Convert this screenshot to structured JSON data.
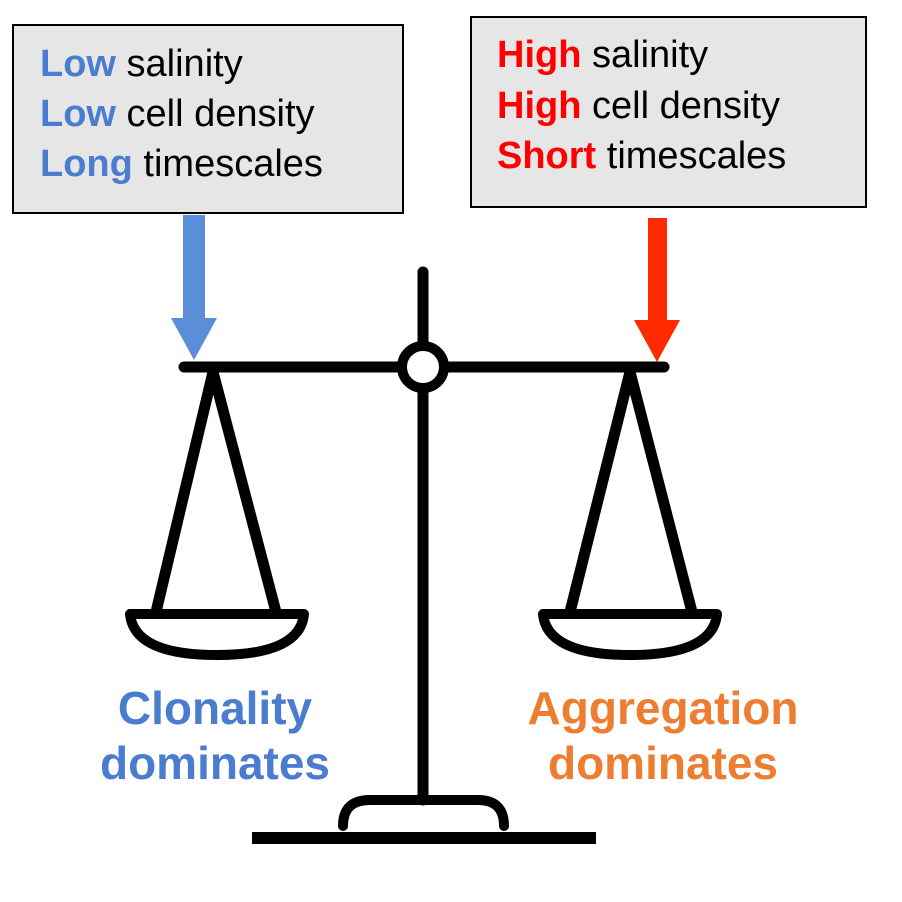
{
  "left_box": {
    "lines": [
      {
        "emph": "Low",
        "rest": " salinity"
      },
      {
        "emph": "Low",
        "rest": " cell density"
      },
      {
        "emph": "Long",
        "rest": " timescales"
      }
    ]
  },
  "right_box": {
    "lines": [
      {
        "emph": "High",
        "rest": " salinity"
      },
      {
        "emph": "High",
        "rest": " cell density"
      },
      {
        "emph": "Short",
        "rest": " timescales"
      }
    ]
  },
  "left_label": {
    "line1": "Clonality",
    "line2": "dominates"
  },
  "right_label": {
    "line1": "Aggregation",
    "line2": "dominates"
  },
  "colors": {
    "blue_text": "#4a7dd0",
    "blue_arrow": "#5b8ed8",
    "red_text": "#ff0000",
    "red_arrow": "#ff2a00",
    "orange": "#ed7d31",
    "box_fill": "#e6e6e6"
  }
}
